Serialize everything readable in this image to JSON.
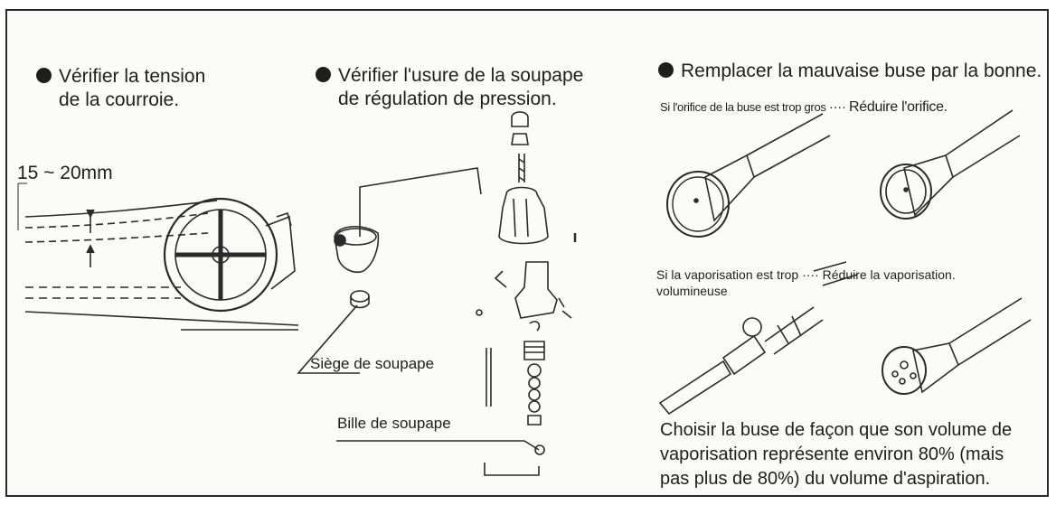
{
  "section1": {
    "heading_line1": "Vérifier la tension",
    "heading_line2": "de la courroie.",
    "dimension": "15 ~ 20mm"
  },
  "section2": {
    "heading_line1": "Vérifier l'usure de la soupape",
    "heading_line2": "de régulation de pression.",
    "label_seat": "Siège de soupape",
    "label_ball": "Bille de soupape"
  },
  "section3": {
    "heading": "Remplacer la mauvaise buse par la bonne.",
    "case1_condition": "Si l'orifice de la buse est trop gros",
    "case1_dots": "····",
    "case1_action": "Réduire l'orifice.",
    "case2_condition_line1": "Si la vaporisation est trop",
    "case2_condition_line2": "volumineuse",
    "case2_dots": "····",
    "case2_action": "Réduire la vaporisation.",
    "note_line1": "Choisir la buse de façon que son volume de",
    "note_line2": "vaporisation représente environ 80% (mais",
    "note_line3": "pas plus de 80%) du volume d'aspiration."
  }
}
